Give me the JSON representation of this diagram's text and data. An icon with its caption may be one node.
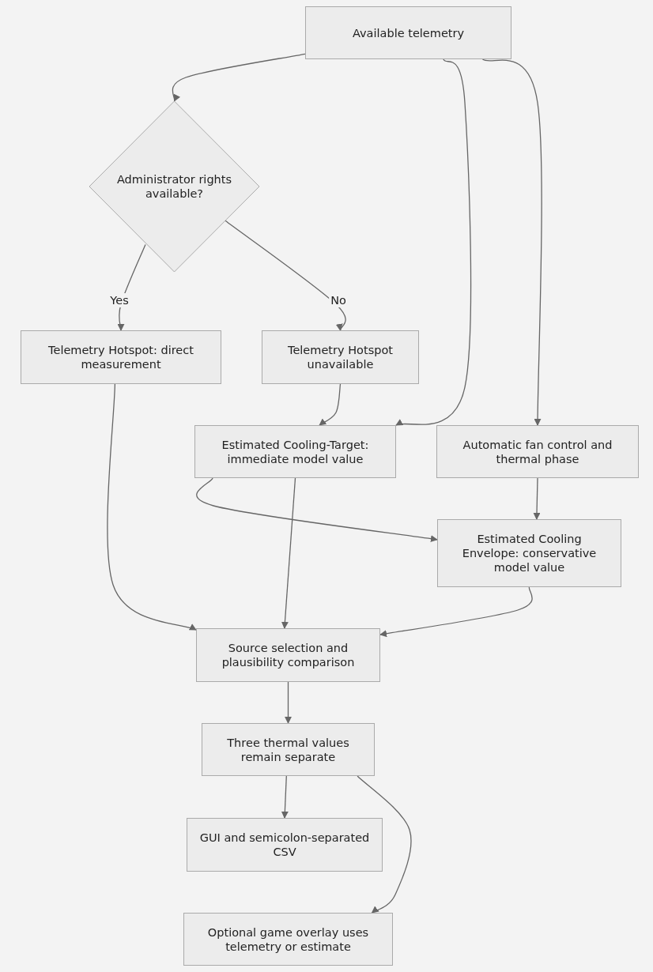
{
  "diagram": {
    "nodes": [
      {
        "text": [
          "Available telemetry"
        ]
      },
      {
        "text": [
          "Administrator rights available?"
        ]
      },
      {
        "text": [
          "Telemetry Hotspot: direct measurement"
        ]
      },
      {
        "text": [
          "Telemetry Hotspot unavailable"
        ]
      },
      {
        "text": [
          "Estimated Cooling-Target: immediate model value"
        ]
      },
      {
        "text": [
          "Automatic fan control and thermal phase"
        ]
      },
      {
        "text": [
          "Estimated Cooling Envelope: conservative model value"
        ]
      },
      {
        "text": [
          "Source selection and plausibility comparison"
        ]
      },
      {
        "text": [
          "Three thermal values remain separate"
        ]
      },
      {
        "text": [
          "GUI and semicolon-separated CSV"
        ]
      },
      {
        "text": [
          "Optional game overlay uses telemetry or estimate"
        ]
      }
    ],
    "edges": [
      {
        "from": 0,
        "to": 1,
        "arrow": "to"
      },
      {
        "from": 1,
        "to": 2,
        "arrow": "to",
        "label": "Yes"
      },
      {
        "from": 1,
        "to": 3,
        "arrow": "to",
        "label": "No"
      },
      {
        "from": 0,
        "to": 4,
        "arrow": "to"
      },
      {
        "from": 0,
        "to": 5,
        "arrow": "to"
      },
      {
        "from": 2,
        "to": 7,
        "arrow": "to"
      },
      {
        "from": 3,
        "to": 4,
        "arrow": "to"
      },
      {
        "from": 4,
        "to": 6,
        "arrow": "to"
      },
      {
        "from": 4,
        "to": 7,
        "arrow": "to"
      },
      {
        "from": 5,
        "to": 6,
        "arrow": "to"
      },
      {
        "from": 6,
        "to": 7,
        "arrow": "to"
      },
      {
        "from": 7,
        "to": 8,
        "arrow": "to"
      },
      {
        "from": 8,
        "to": 9,
        "arrow": "to"
      },
      {
        "from": 8,
        "to": 10,
        "arrow": "to"
      }
    ]
  }
}
